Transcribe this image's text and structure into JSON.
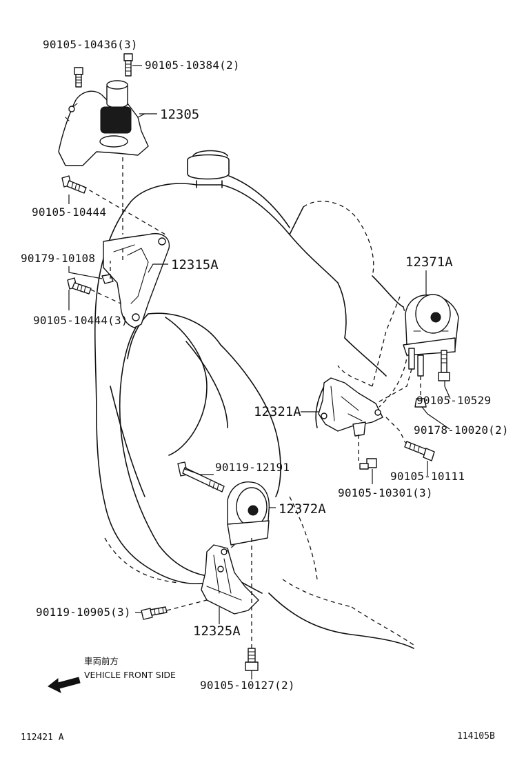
{
  "labels": {
    "p_90105_10436": "90105-10436(3)",
    "p_90105_10384": "90105-10384(2)",
    "p_12305": "12305",
    "p_90105_10444": "90105-10444",
    "p_90179_10108": "90179-10108",
    "p_12315A": "12315A",
    "p_90105_10444_3": "90105-10444(3)",
    "p_12371A": "12371A",
    "p_12321A": "12321A",
    "p_90105_10529": "90105-10529",
    "p_90178_10020": "90178-10020(2)",
    "p_90105_10111": "90105-10111",
    "p_90119_12191": "90119-12191",
    "p_90105_10301": "90105-10301(3)",
    "p_12372A": "12372A",
    "p_90119_10905": "90119-10905(3)",
    "p_12325A": "12325A",
    "p_90105_10127": "90105-10127(2)"
  },
  "direction": {
    "japanese": "車両前方",
    "english": "VEHICLE FRONT SIDE",
    "arrow_icon": "left-arrow-icon"
  },
  "footer": {
    "left_code": "112421 A",
    "right_code": "114105B"
  }
}
